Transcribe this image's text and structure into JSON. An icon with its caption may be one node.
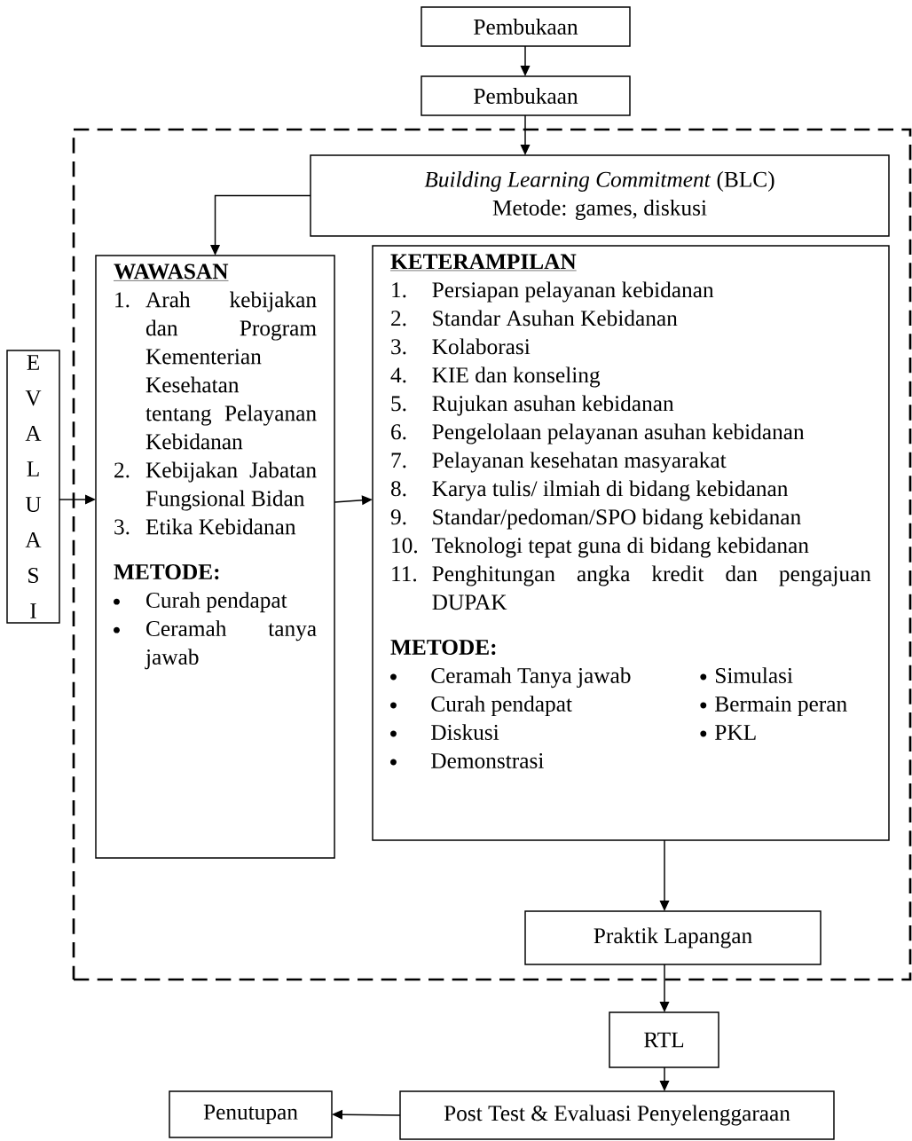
{
  "diagram": {
    "nodes": [
      {
        "text": [
          "Pembukaan"
        ]
      },
      {
        "text": [
          "Pembukaan"
        ]
      },
      {
        "text": [],
        "shape": "box"
      },
      {
        "text": [
          "*Building Learning Commitment* (BLC)",
          "Metode: games, diskusi"
        ],
        "in": 2
      },
      {
        "text": [
          "WAWASAN",
          "1. Arah kebijakan dan Program Kementerian Kesehatan tentang Pelayanan Kebidanan",
          "2. Kebijakan Jabatan Fungsional Bidan",
          "3. Etika Kebidanan",
          "METODE:",
          "Curah pendapat",
          "Ceramah tanya jawab"
        ],
        "in": 2
      },
      {
        "text": [
          "KETERAMPILAN",
          "1. Persiapan pelayanan kebidanan",
          "2. Standar Asuhan Kebidanan",
          "3. Kolaborasi",
          "4. KIE dan konseling",
          "5. Rujukan asuhan kebidanan",
          "6. Pengelolaan pelayanan asuhan kebidanan",
          "7. Pelayanan kesehatan masyarakat",
          "8. Karya tulis/ ilmiah di bidang kebidanan",
          "9. Standar/pedoman/SPO bidang kebidanan",
          "10. Teknologi tepat guna di bidang kebidanan",
          "11. Penghitungan angka kredit dan pengajuan DUPAK",
          "METODE:",
          "Ceramah Tanya jawab",
          "Curah pendapat",
          "Diskusi",
          "Demonstrasi",
          "Simulasi",
          "Bermain peran",
          "PKL"
        ],
        "in": 2
      },
      {
        "text": [
          "Praktik Lapangan"
        ],
        "in": 2
      },
      {
        "text": [
          "EVALUASI"
        ]
      },
      {
        "text": [
          "RTL"
        ]
      },
      {
        "text": [
          "Post Test & Evaluasi Penyelenggaraan"
        ]
      },
      {
        "text": [
          "Penutupan"
        ]
      }
    ],
    "edges": [
      {
        "from": 0,
        "to": 1,
        "arrow": "to"
      },
      {
        "from": 1,
        "to": 3,
        "arrow": "to"
      },
      {
        "from": 3,
        "to": 4,
        "arrow": "to"
      },
      {
        "from": 7,
        "to": 4,
        "arrow": "to"
      },
      {
        "from": 4,
        "to": 5,
        "arrow": "to"
      },
      {
        "from": 5,
        "to": 6,
        "arrow": "to"
      },
      {
        "from": 6,
        "to": 8,
        "arrow": "to"
      },
      {
        "from": 8,
        "to": 9,
        "arrow": "to"
      },
      {
        "from": 9,
        "to": 10,
        "arrow": "to"
      }
    ]
  }
}
